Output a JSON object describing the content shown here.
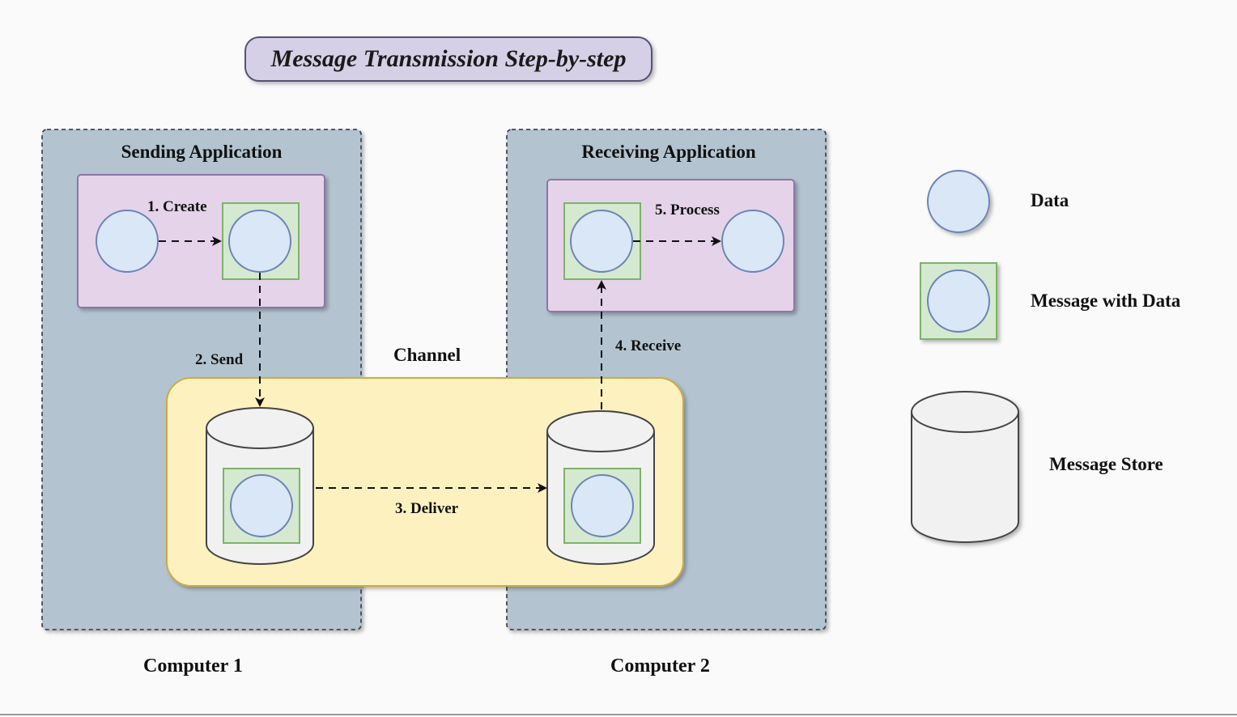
{
  "title": "Message Transmission Step-by-step",
  "computers": {
    "left": {
      "name": "Computer 1",
      "app": "Sending Application"
    },
    "right": {
      "name": "Computer 2",
      "app": "Receiving Application"
    }
  },
  "channel": "Channel",
  "steps": {
    "create": "1. Create",
    "send": "2. Send",
    "deliver": "3. Deliver",
    "receive": "4. Receive",
    "process": "5. Process"
  },
  "legend": {
    "data": "Data",
    "message": "Message with Data",
    "store": "Message Store"
  },
  "colors": {
    "computer_fill": "#b3c4d0",
    "application_fill": "#e5d3ea",
    "channel_fill": "#fdf1c0",
    "data_fill": "#dae7f7",
    "message_fill": "#d4e9d0",
    "store_fill": "#f1f1f1"
  }
}
